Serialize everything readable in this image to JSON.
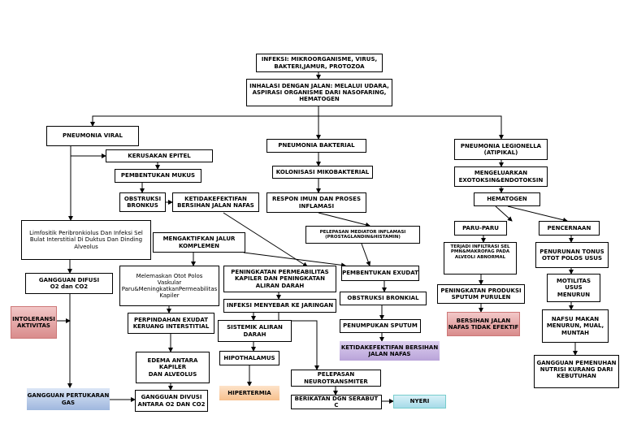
{
  "nodes": {
    "infeksi": "INFEKSI: MIKROORGANISME, VIRUS, BAKTERI,JAMUR, PROTOZOA",
    "inhalasi": "INHALASI DENGAN JALAN: MELALUI UDARA, ASPIRASI ORGANISME DARI NASOFARING, HEMATOGEN",
    "pneumonia_viral": "PNEUMONIA VIRAL",
    "kerusakan_epitel": "KERUSAKAN EPITEL",
    "pembentukan_mukus": "PEMBENTUKAN MUKUS",
    "obstruksi_bronkus": "OBSTRUKSI BRONKUS",
    "ketidakefektifan_1": "KETIDAKEFEKTIFAN BERSIHAN JALAN NAFAS",
    "limfositik": "Limfositik Peribronkiolus Dan Infeksi Sel Bulat Interstitial Di Duktus Dan Dinding Alveolus",
    "gangguan_difusi_1": "GANGGUAN DIFUSI\nO2 dan CO2",
    "intoleransi": "INTOLERANSI\nAKTIVITAS",
    "gangguan_pertukaran": "GANGGUAN PERTUKARAN GAS",
    "pneumonia_bakterial": "PNEUMONIA BAKTERIAL",
    "kolonisasi": "KOLONISASI MIKOBAKTERIAL",
    "respon_imun": "RESPON IMUN DAN PROSES INFLAMASI",
    "pelepasan_mediator": "PELEPASAN MEDIATOR INFLAMASI (PROSTAGLANDIN&HISTAMIN)",
    "mengaktifkan": "MENGAKTIFKAN JALUR\nKOMPLEMEN",
    "melemaskan": "Melemaskan Otot Polos\nVaskular Paru&MeningkatkanPermeabilitas Kapiler",
    "peningkatan_permeabilitas": "PENINGKATAN PERMEABILITAS\nKAPILER DAN PENINGKATAN\nALIRAN DARAH",
    "pembentukan_exudat": "PEMBENTUKAN EXUDAT",
    "perpindahan_exudat": "PERPINDAHAN EXUDAT\nKERUANG INTERSTITIAL",
    "infeksi_menyebar": "INFEKSI MENYEBAR KE JARINGAN",
    "obstruksi_bronkial": "OBSTRUKSI BRONKIAL",
    "sistemik": "SISTEMIK ALIRAN\nDARAH",
    "penumpukan_sputum": "PENUMPUKAN SPUTUM",
    "ketidakefektifan_2": "KETIDAKEFEKTIFAN BERSIHAN JALAN NAFAS",
    "edema": "EDEMA ANTARA KAPILER\nDAN ALVEOLUS",
    "hipothalamus": "HIPOTHALAMUS",
    "hipertermia": "HIPERTERMIA",
    "gangguan_difusi_2": "GANGGUAN DIVUSI\nANTARA O2 DAN CO2",
    "pelepasan_neuro": "PELEPASAN NEUROTRANSMITER",
    "berikatan": "BERIKATAN DGN SERABUT C",
    "nyeri": "NYERI",
    "pneumonia_legionella": "PNEUMONIA LEGIONELLA\n(ATIPIKAL)",
    "mengeluarkan": "MENGELUARKAN EXOTOKSIN&ENDOTOKSIN",
    "hematogen": "HEMATOGEN",
    "paru_paru": "PARU-PARU",
    "pencernaan": "PENCERNAAN",
    "terjadi_infiltrasi": "TERJADI INFILTRASI SEL PMN&MAKROFAG PADA\nALVEOLI ABNORMAL",
    "penurunan_tonus": "PENURUNAN TONUS\nOTOT POLOS USUS",
    "peningkatan_sputum": "PENINGKATAN PRODUKSI SPUTUM PURULEN",
    "motilitas": "MOTILITAS USUS MENURUN",
    "bersihan_tidak_efektif": "BERSIHAN JALAN NAFAS TIDAK EFEKTIF",
    "nafsu_makan": "NAFSU MAKAN MENURUN, MUAL, MUNTAH",
    "gangguan_nutrisi": "GANGGUAN PEMENUHAN NUTRISI KURANG DARI KEBUTUHAN"
  },
  "colors": {
    "pink": "#d98c8c",
    "lavender": "#b9a3d9",
    "blue": "#9fb7de",
    "cyan": "#a6dbe9",
    "orange": "#f7c08d",
    "line": "#000000"
  }
}
